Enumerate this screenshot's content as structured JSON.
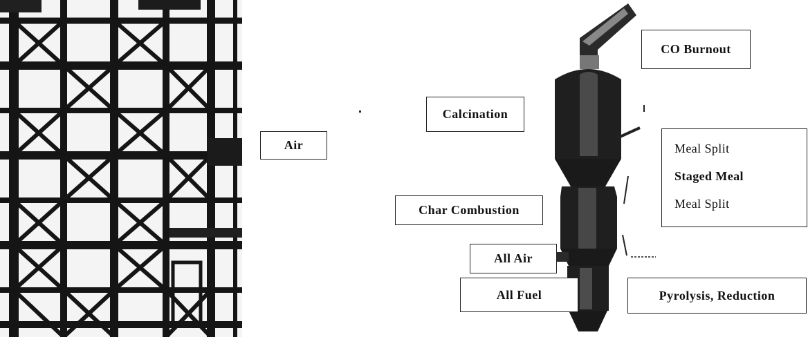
{
  "labels": {
    "air": "Air",
    "co_burnout": "CO Burnout",
    "calcination": "Calcination",
    "char_combustion": "Char Combustion",
    "all_air": "All Air",
    "all_fuel": "All Fuel",
    "pyrolysis": "Pyrolysis, Reduction"
  },
  "meal": {
    "line1": "Meal Split",
    "line2": "Staged Meal",
    "line3": "Meal Split"
  }
}
